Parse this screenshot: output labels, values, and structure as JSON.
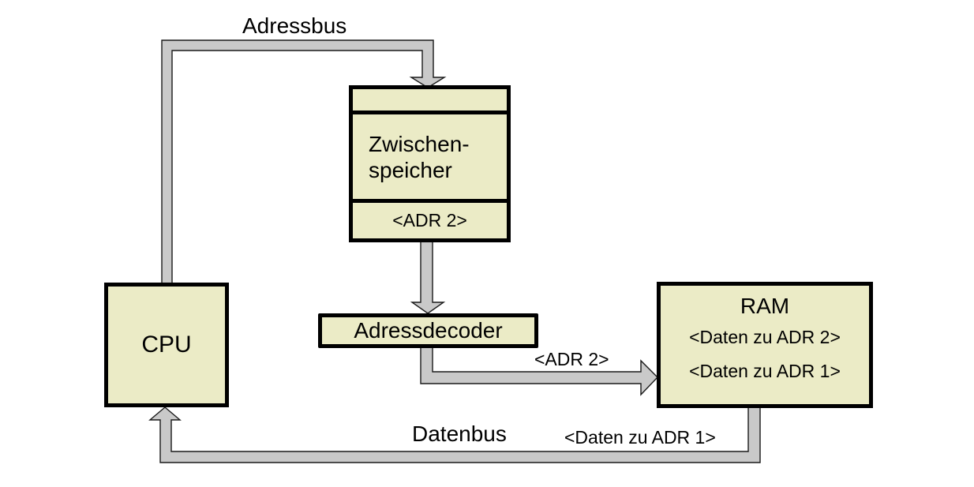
{
  "diagram": {
    "type": "block-diagram",
    "topic": "CPU / RAM Adressierung über Zwischenspeicher",
    "colors": {
      "box_fill": "#EBEBC6",
      "box_border": "#000000",
      "bus_fill": "#C9C9C9",
      "bus_outline": "#1A1A1A",
      "background": "#FFFFFF",
      "text": "#000000"
    },
    "nodes": {
      "cpu": {
        "label": "CPU"
      },
      "zwischenspeicher": {
        "line1": "Zwischen-",
        "line2": "speicher",
        "register": "<ADR 2>"
      },
      "adressdecoder": {
        "label": "Adressdecoder"
      },
      "ram": {
        "label": "RAM",
        "row1": "<Daten zu ADR 2>",
        "row2": "<Daten zu ADR 1>"
      }
    },
    "bus_labels": {
      "adressbus": "Adressbus",
      "datenbus": "Datenbus",
      "adr2": "<ADR 2>",
      "daten_zu_adr1": "<Daten zu ADR 1>"
    },
    "connections": [
      {
        "from": "cpu",
        "to": "zwischenspeicher",
        "label": "Adressbus"
      },
      {
        "from": "zwischenspeicher",
        "to": "adressdecoder",
        "label": ""
      },
      {
        "from": "adressdecoder",
        "to": "ram",
        "label": "<ADR 2>"
      },
      {
        "from": "ram",
        "to": "cpu",
        "label": "Datenbus <Daten zu ADR 1>"
      }
    ]
  }
}
